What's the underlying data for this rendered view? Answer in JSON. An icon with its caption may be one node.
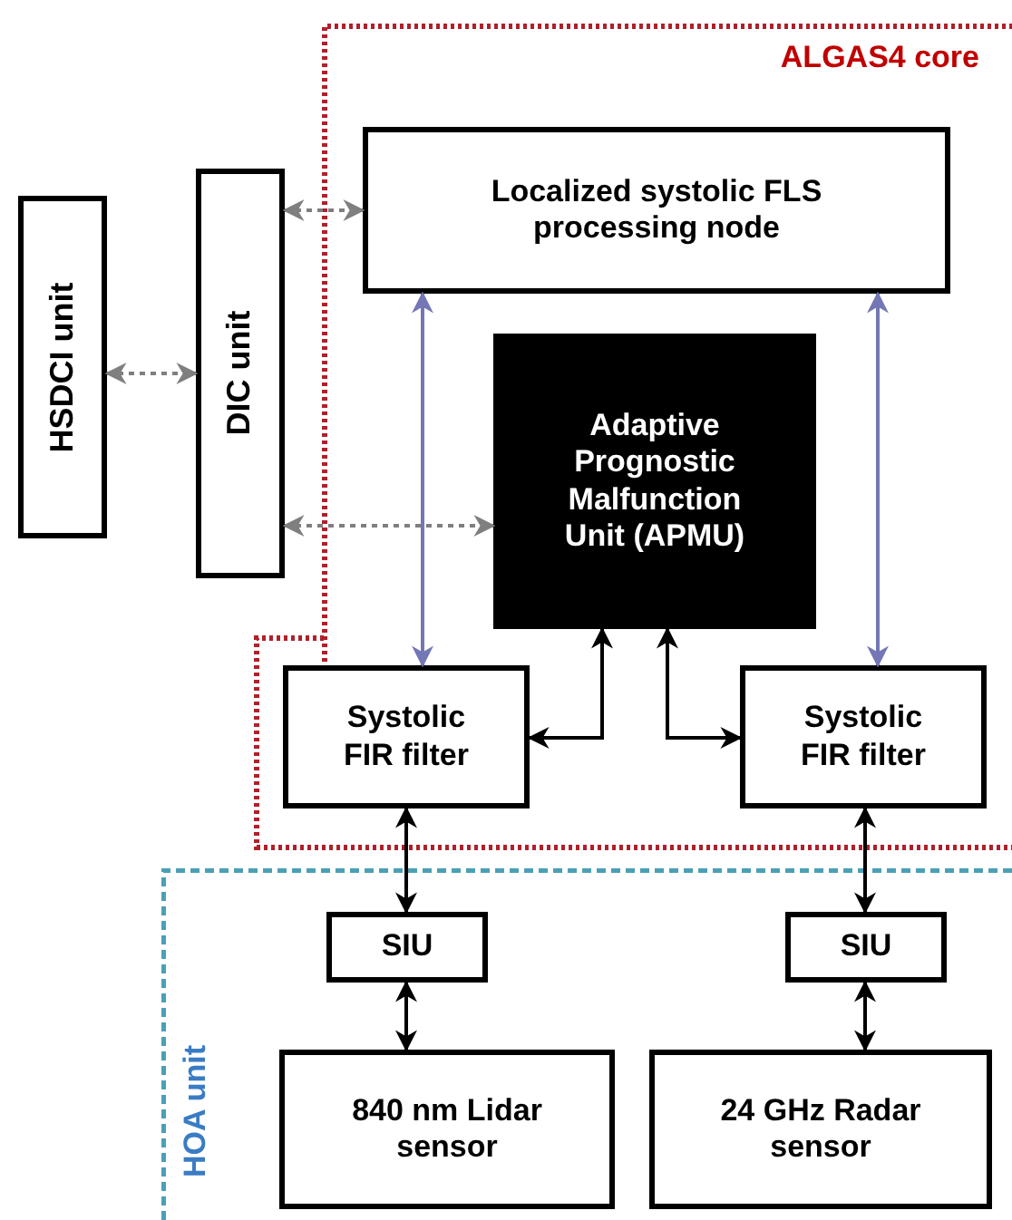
{
  "diagram": {
    "nodes": [
      {
        "text": [
          "ALGAS4 core"
        ]
      },
      {
        "text": [
          "HSDCI unit"
        ]
      },
      {
        "text": [
          "DIC unit"
        ]
      },
      {
        "text": [
          "Localized systolic FLS processing node"
        ],
        "in": 0
      },
      {
        "text": [
          "Adaptive Prognostic Malfunction Unit (APMU)"
        ],
        "in": 0
      },
      {
        "text": [
          "Systolic FIR filter"
        ],
        "in": 0
      },
      {
        "text": [
          "Systolic FIR filter"
        ],
        "in": 0
      },
      {
        "text": [
          "HOA unit"
        ]
      },
      {
        "text": [
          "SIU"
        ],
        "in": 7
      },
      {
        "text": [
          "SIU"
        ],
        "in": 7
      },
      {
        "text": [
          "840 nm Lidar sensor"
        ],
        "in": 7
      },
      {
        "text": [
          "24 GHz Radar sensor"
        ],
        "in": 7
      }
    ],
    "edges": [
      {
        "from": 1,
        "to": 2,
        "arrow": "both",
        "style": "dashed",
        "color": "#7f7f7f"
      },
      {
        "from": 2,
        "to": 3,
        "arrow": "both",
        "style": "dashed",
        "color": "#7f7f7f"
      },
      {
        "from": 2,
        "to": 4,
        "arrow": "both",
        "style": "dashed",
        "color": "#7f7f7f"
      },
      {
        "from": 3,
        "to": 5,
        "arrow": "both",
        "color": "#7377b5"
      },
      {
        "from": 3,
        "to": 6,
        "arrow": "both",
        "color": "#7377b5"
      },
      {
        "from": 5,
        "to": 4,
        "arrow": "both"
      },
      {
        "from": 6,
        "to": 4,
        "arrow": "both"
      },
      {
        "from": 5,
        "to": 8,
        "arrow": "both"
      },
      {
        "from": 8,
        "to": 10,
        "arrow": "both"
      },
      {
        "from": 6,
        "to": 9,
        "arrow": "both"
      },
      {
        "from": 9,
        "to": 11,
        "arrow": "both"
      }
    ]
  }
}
